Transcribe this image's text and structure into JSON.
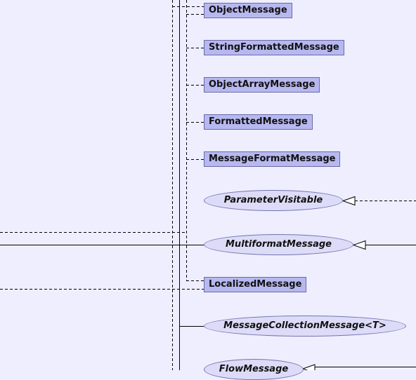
{
  "diagram": {
    "classes": [
      {
        "id": "objectmessage",
        "label": "ObjectMessage"
      },
      {
        "id": "stringformattedmessage",
        "label": "StringFormattedMessage"
      },
      {
        "id": "objectarraymessage",
        "label": "ObjectArrayMessage"
      },
      {
        "id": "formattedmessage",
        "label": "FormattedMessage"
      },
      {
        "id": "messageformatmessage",
        "label": "MessageFormatMessage"
      },
      {
        "id": "localizedmessage",
        "label": "LocalizedMessage"
      }
    ],
    "interfaces": [
      {
        "id": "parametervisitable",
        "label": "ParameterVisitable"
      },
      {
        "id": "multiformatmessage",
        "label": "MultiformatMessage"
      },
      {
        "id": "messagecollectionmessage",
        "label": "MessageCollectionMessage<T>"
      },
      {
        "id": "flowmessage",
        "label": "FlowMessage"
      }
    ]
  },
  "colors": {
    "background": "#eeeeff",
    "class_fill": "#b8b8f0",
    "interface_fill": "#dcdcf8",
    "line": "#000000"
  }
}
